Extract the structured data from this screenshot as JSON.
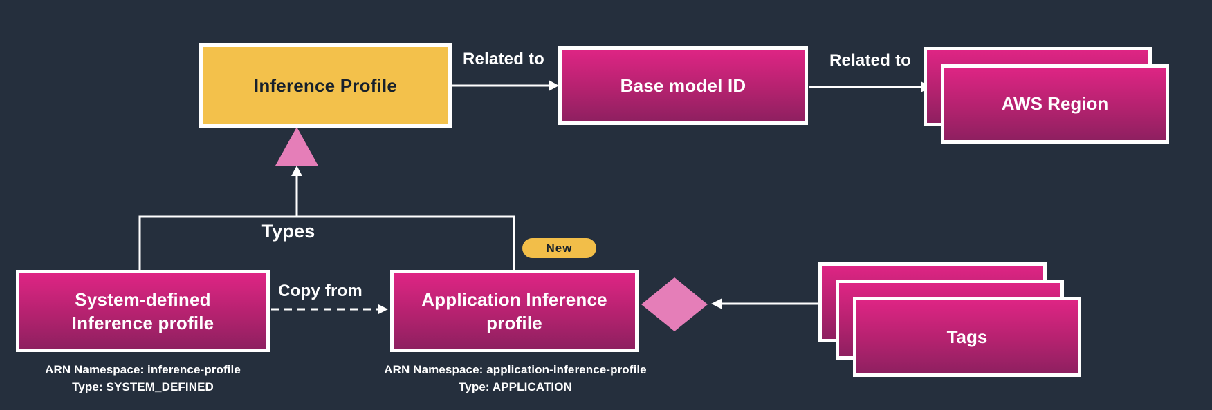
{
  "diagram": {
    "description": "Inference profile concept diagram",
    "colors": {
      "background": "#252F3D",
      "box_yellow": "#F3C14B",
      "badge_yellow": "#F2BE49",
      "pink_gradient_top": "#DE2584",
      "pink_gradient_bottom": "#8E2060",
      "shape_pink": "#E57EB8",
      "connector": "#FFFFFF",
      "text_on_pink": "#FFFFFF",
      "text_on_yellow": "#16202C"
    },
    "icons": {
      "inheritance": "triangle-up-icon",
      "aggregation": "diamond-icon"
    }
  },
  "nodes": {
    "inference_profile": {
      "label": "Inference Profile"
    },
    "base_model_id": {
      "label": "Base model ID"
    },
    "aws_region": {
      "label": "AWS Region",
      "stack_count": 2
    },
    "system_defined_profile": {
      "lines": [
        "System-defined",
        "Inference profile"
      ],
      "annotation_lines": [
        "ARN Namespace: inference-profile",
        "Type: SYSTEM_DEFINED"
      ]
    },
    "application_profile": {
      "lines": [
        "Application Inference",
        "profile"
      ],
      "badge": "New",
      "annotation_lines": [
        "ARN Namespace: application-inference-profile",
        "Type: APPLICATION"
      ]
    },
    "tags": {
      "label": "Tags",
      "stack_count": 3
    }
  },
  "edges": {
    "inference_to_base_model": {
      "label": "Related to"
    },
    "base_model_to_region": {
      "label": "Related to"
    },
    "types_bracket": {
      "label": "Types"
    },
    "copy_from": {
      "label": "Copy from"
    }
  }
}
